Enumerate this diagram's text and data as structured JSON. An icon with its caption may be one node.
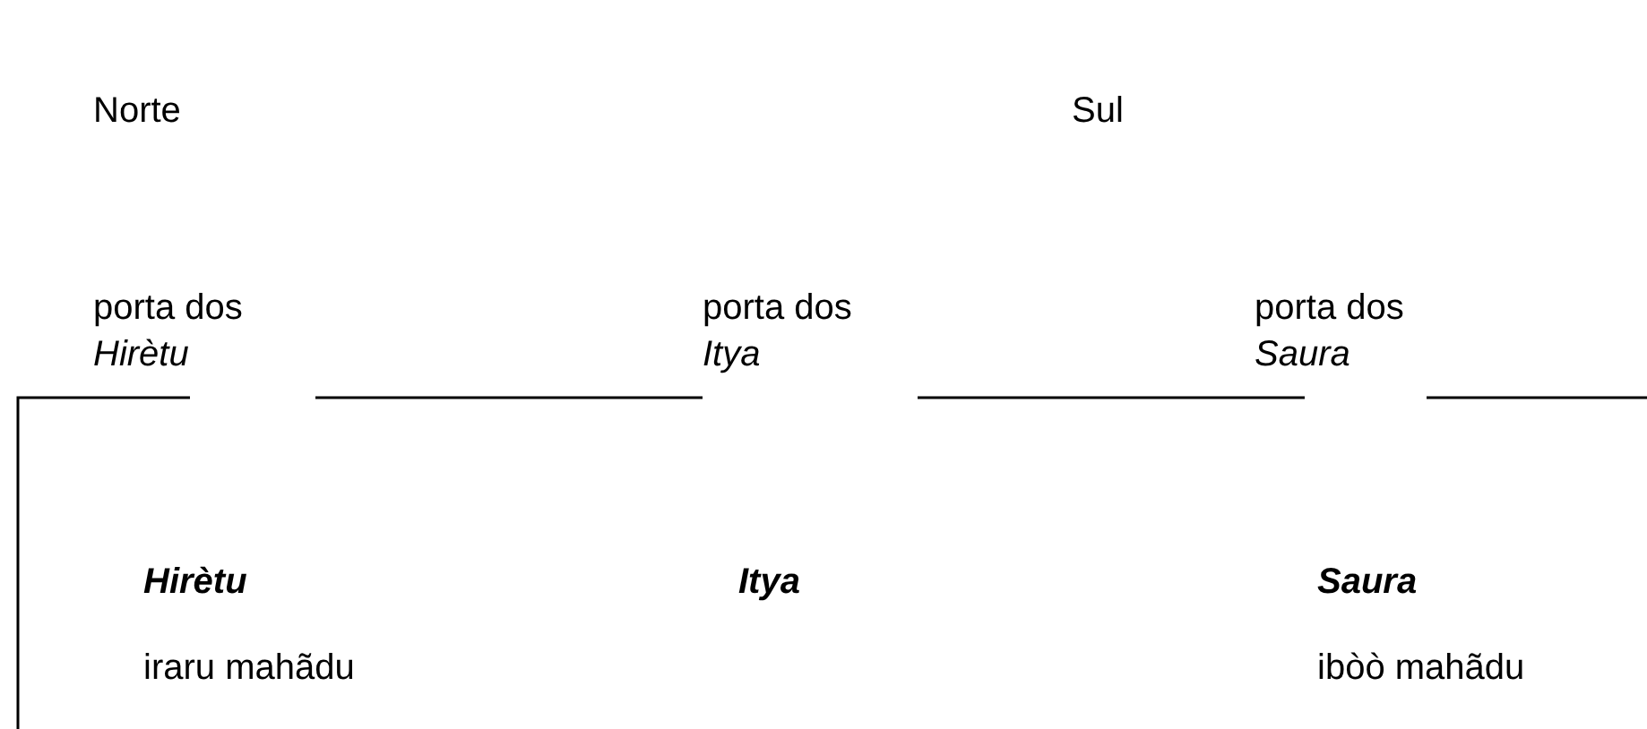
{
  "diagram": {
    "labels": [
      "Norte",
      "Sul",
      "porta dos *Hirètu*",
      "porta dos *Itya*",
      "porta dos *Saura*",
      "Hirètu",
      "Itya",
      "Saura",
      "iraru mahãdu",
      "ibòò mahãdu"
    ]
  }
}
